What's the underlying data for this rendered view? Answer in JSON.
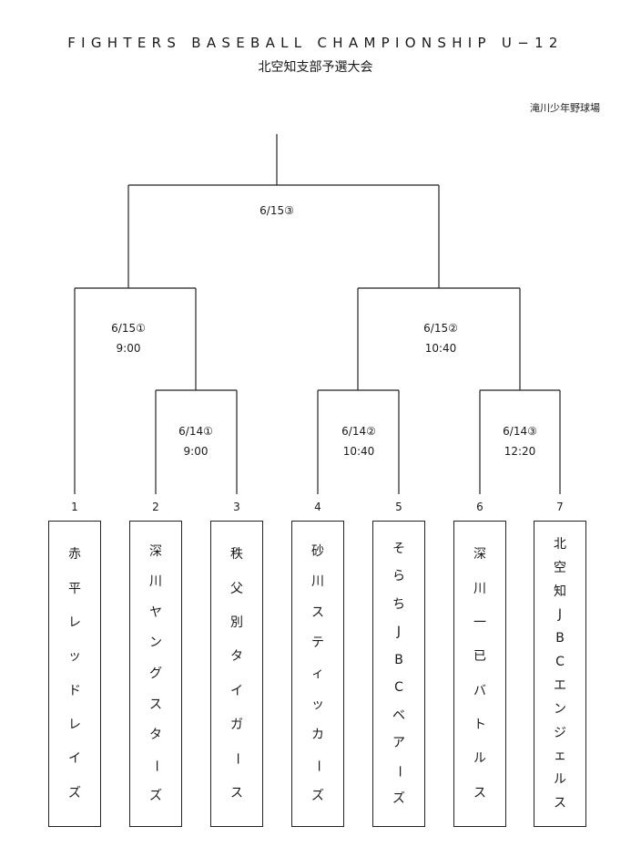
{
  "header": {
    "title": "FIGHTERS BASEBALL CHAMPIONSHIP U−12",
    "subtitle": "北空知支部予選大会",
    "venue": "滝川少年野球場"
  },
  "games": {
    "final": {
      "date": "6/15③",
      "time": ""
    },
    "semi_left": {
      "date": "6/15①",
      "time": "9:00"
    },
    "semi_right": {
      "date": "6/15②",
      "time": "10:40"
    },
    "first_1": {
      "date": "6/14①",
      "time": "9:00"
    },
    "first_2": {
      "date": "6/14②",
      "time": "10:40"
    },
    "first_3": {
      "date": "6/14③",
      "time": "12:20"
    }
  },
  "teams": [
    {
      "number": "1",
      "name": "赤平レッドレイズ"
    },
    {
      "number": "2",
      "name": "深川ヤングスターズ"
    },
    {
      "number": "3",
      "name": "秩父別タイガース"
    },
    {
      "number": "4",
      "name": "砂川スティッカーズ"
    },
    {
      "number": "5",
      "name": "そらちJBCベアーズ"
    },
    {
      "number": "6",
      "name": "深川一已バトルス"
    },
    {
      "number": "7",
      "name": "北空知JBCエンジェルス"
    }
  ]
}
